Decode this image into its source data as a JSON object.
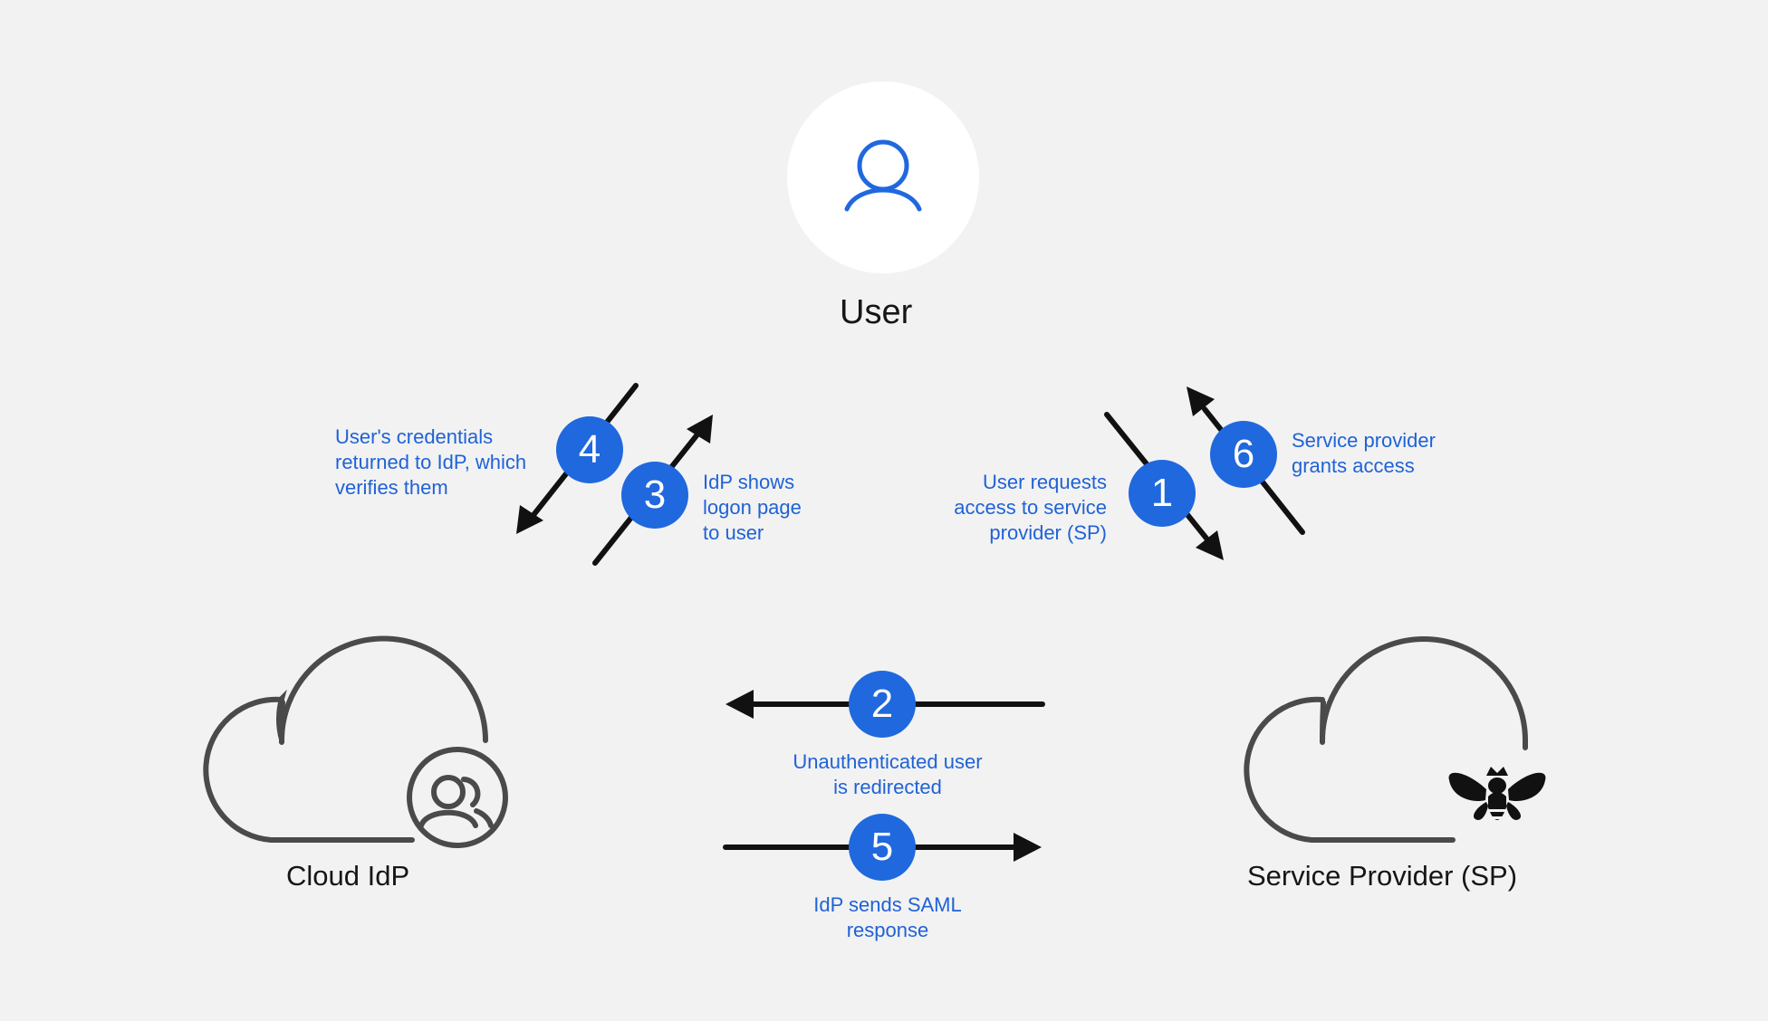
{
  "nodes": {
    "user": {
      "label": "User"
    },
    "idp": {
      "label": "Cloud IdP"
    },
    "sp": {
      "label": "Service Provider (SP)"
    }
  },
  "steps": [
    {
      "num": "1",
      "text": "User requests\naccess to service\nprovider (SP)"
    },
    {
      "num": "2",
      "text": "Unauthenticated user\nis redirected"
    },
    {
      "num": "3",
      "text": "IdP shows\nlogon page\nto user"
    },
    {
      "num": "4",
      "text": "User's credentials\nreturned to IdP, which\nverifies them"
    },
    {
      "num": "5",
      "text": "IdP sends SAML\nresponse"
    },
    {
      "num": "6",
      "text": "Service provider\ngrants access"
    }
  ],
  "colors": {
    "accent": "#1f68de",
    "accent_text": "#1f62d6",
    "arrow": "#111111",
    "outline": "#4a4a4a",
    "background": "#f2f2f2"
  },
  "icons": [
    "user-icon",
    "cloud-icon",
    "users-group-icon",
    "bee-icon"
  ]
}
